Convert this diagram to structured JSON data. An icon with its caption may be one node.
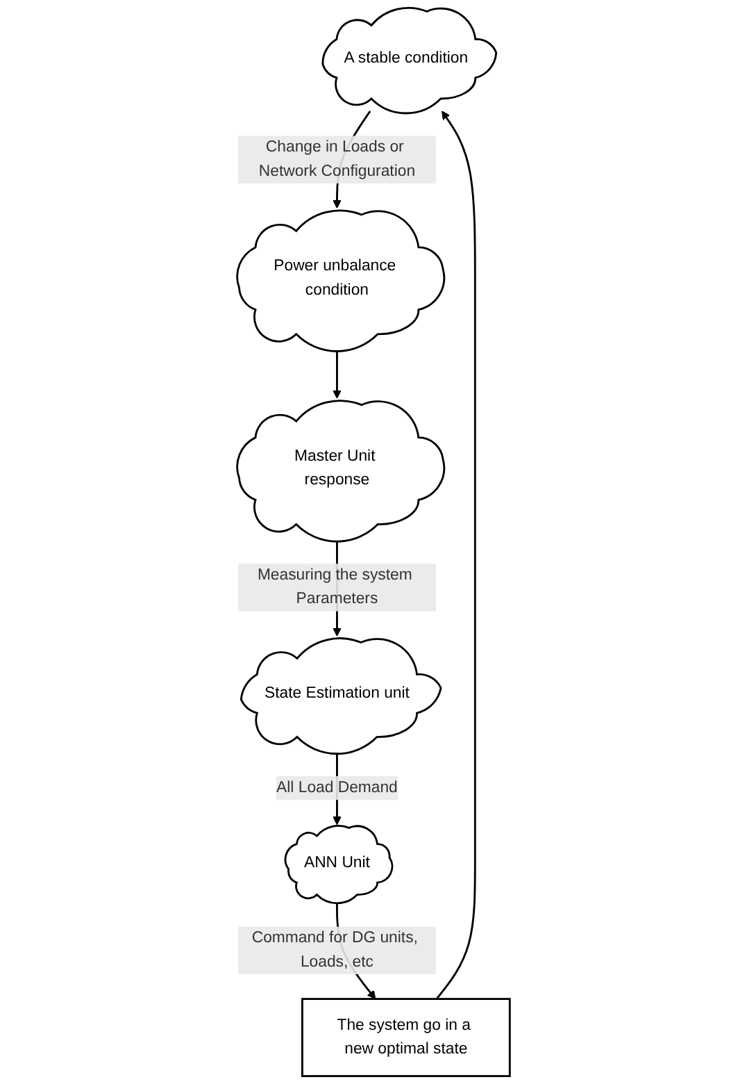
{
  "diagram": {
    "nodes": [
      {
        "text": [
          "A stable condition"
        ]
      },
      {
        "text": [
          "Power unbalance condition"
        ]
      },
      {
        "text": [
          "Master Unit response"
        ]
      },
      {
        "text": [
          "State Estimation unit"
        ]
      },
      {
        "text": [
          "ANN Unit"
        ]
      },
      {
        "text": [
          "The system go in a new optimal state"
        ]
      }
    ],
    "edges": [
      {
        "from": 0,
        "to": 1,
        "arrow": "to",
        "label": "Change in Loads or Network Configuration"
      },
      {
        "from": 1,
        "to": 2,
        "arrow": "to"
      },
      {
        "from": 2,
        "to": 3,
        "arrow": "to",
        "label": "Measuring the system Parameters"
      },
      {
        "from": 3,
        "to": 4,
        "arrow": "to",
        "label": "All Load Demand"
      },
      {
        "from": 4,
        "to": 5,
        "arrow": "to",
        "label": "Command for DG units, Loads, etc"
      },
      {
        "from": 5,
        "to": 0,
        "arrow": "to"
      }
    ]
  }
}
